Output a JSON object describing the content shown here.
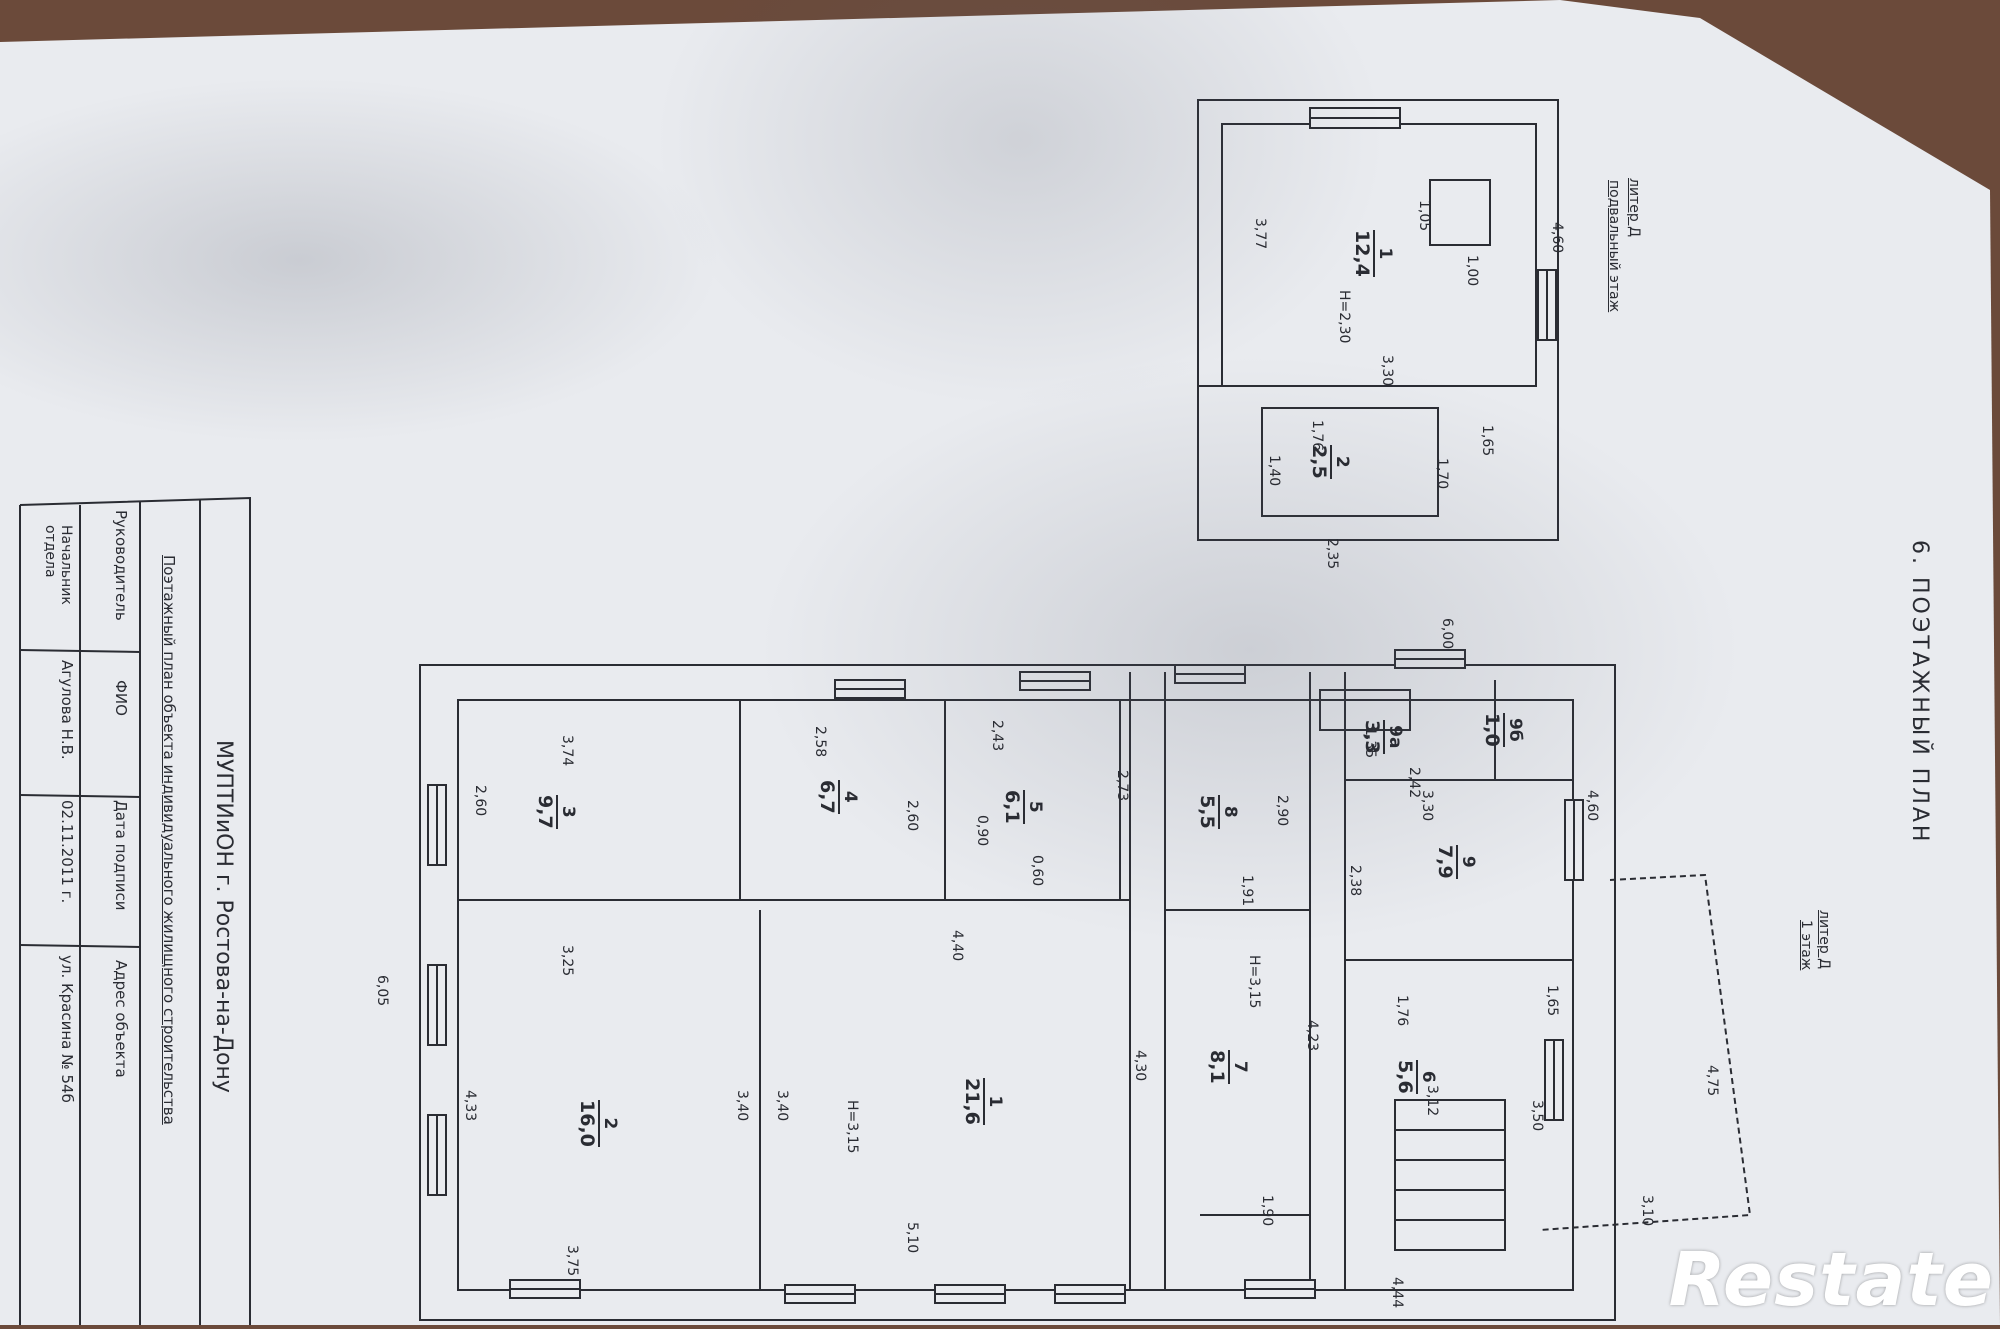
{
  "title_block": {
    "org": "МУПТИиОН г. Ростова-на-Дону",
    "doc_title": "Поэтажный план объекта индивидуального жилищного строительства",
    "col_left": "Руководитель",
    "col_fio": "ФИО",
    "col_date": "Дата подписи",
    "col_address": "Адрес объекта",
    "head_label": "Начальник отдела",
    "head_name": "Агулова Н.В.",
    "sign_date": "02.11.2011 г.",
    "address": "ул. Красина № 54б"
  },
  "plan_title": "6.   ПОЭТАЖНЫЙ ПЛАН",
  "basement": {
    "liter": "литер Д",
    "floor": "подвальный этаж",
    "rooms": [
      {
        "num": "1",
        "area": "12,4"
      },
      {
        "num": "2",
        "area": "2,5"
      }
    ],
    "dims": [
      "4,60",
      "3,77",
      "1,05",
      "1,00",
      "Н=2,30",
      "3,30",
      "1,76",
      "1,65",
      "1,40",
      "1,70",
      "2,35"
    ]
  },
  "first_floor": {
    "liter": "литер Д",
    "floor": "1 этаж",
    "rooms": [
      {
        "num": "1",
        "area": "21,6"
      },
      {
        "num": "2",
        "area": "16,0"
      },
      {
        "num": "3",
        "area": "9,7"
      },
      {
        "num": "4",
        "area": "6,7"
      },
      {
        "num": "5",
        "area": "6,1"
      },
      {
        "num": "6",
        "area": "5,6"
      },
      {
        "num": "7",
        "area": "8,1"
      },
      {
        "num": "8",
        "area": "5,5"
      },
      {
        "num": "9",
        "area": "7,9"
      },
      {
        "num": "9а",
        "area": "3,3"
      },
      {
        "num": "9б",
        "area": "1,0"
      }
    ],
    "dims": [
      "6,00",
      "4,60",
      "3,74",
      "2,58",
      "2,43",
      "2,73",
      "2,60",
      "2,60",
      "0,90",
      "0,60",
      "3,25",
      "4,40",
      "6,05",
      "4,33",
      "3,40",
      "3,40",
      "Н=3,15",
      "4,30",
      "3,75",
      "5,10",
      "2,90",
      "1,91",
      "Н=3,15",
      "4,23",
      "1,90",
      "2,42",
      "3,30",
      "2,38",
      "1,76",
      "1,65",
      "3,12",
      "3,50",
      "4,75",
      "3,10",
      "4,44",
      "1,35"
    ]
  },
  "watermark": "Restate"
}
